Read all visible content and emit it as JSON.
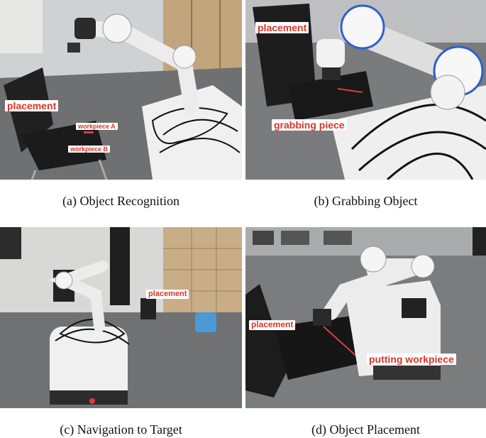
{
  "panels": [
    {
      "caption": "(a) Object Recognition",
      "labels": [
        "placement",
        "workpiece A",
        "workpiece B"
      ]
    },
    {
      "caption": "(b) Grabbing Object",
      "labels": [
        "placement",
        "grabbing piece"
      ]
    },
    {
      "caption": "(c) Navigation to Target",
      "labels": [
        "placement"
      ]
    },
    {
      "caption": "(d) Object Placement",
      "labels": [
        "placement",
        "putting workpiece"
      ]
    }
  ],
  "colors": {
    "label_text": "#d9342b",
    "label_bg": "#ffffff",
    "robot_body": "#f2f2f2",
    "arm_joint_ring": "#2f5fd0"
  }
}
